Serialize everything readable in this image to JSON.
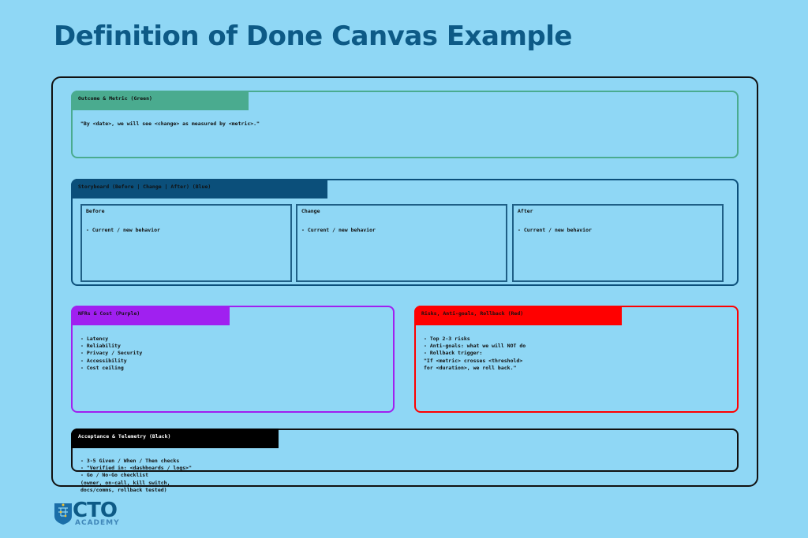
{
  "title": "Definition of Done Canvas Example",
  "colors": {
    "green": "#4aab8f",
    "blue": "#0b4f7a",
    "purple": "#a020f0",
    "red": "#ff0000",
    "black": "#000000",
    "background": "#8fd7f5"
  },
  "outcome": {
    "header": "Outcome & Metric (Green)",
    "text": "\"By <date>, we will see <change> as measured by <metric>.\""
  },
  "storyboard": {
    "header": "Storyboard (Before | Change | After) (Blue)",
    "panels": [
      {
        "label": "Before",
        "item": "- Current / new behavior"
      },
      {
        "label": "Change",
        "item": "- Current / new behavior"
      },
      {
        "label": "After",
        "item": "- Current / new behavior"
      }
    ]
  },
  "nfrs": {
    "header": "NFRs & Cost (Purple)",
    "items": [
      "- Latency",
      "- Reliability",
      "- Privacy / Security",
      "- Accessibility",
      "- Cost ceiling"
    ]
  },
  "risks": {
    "header": "Risks, Anti-goals, Rollback (Red)",
    "items": [
      "- Top 2-3 risks",
      "- Anti-goals: what we will NOT do",
      "- Rollback trigger:",
      "\"If <metric> crosses <threshold>",
      "for <duration>, we roll back.\""
    ]
  },
  "acceptance": {
    "header": "Acceptance & Telemetry (Black)",
    "items": [
      "- 3-5 Given / When / Then checks",
      "- \"Verified in: <dashboards / logs>\"",
      "- Go / No-Go checklist",
      "(owner, on-call, kill switch,",
      "docs/comms, rollback tested)"
    ]
  },
  "logo": {
    "name": "CTO",
    "sub": "ACADEMY"
  }
}
